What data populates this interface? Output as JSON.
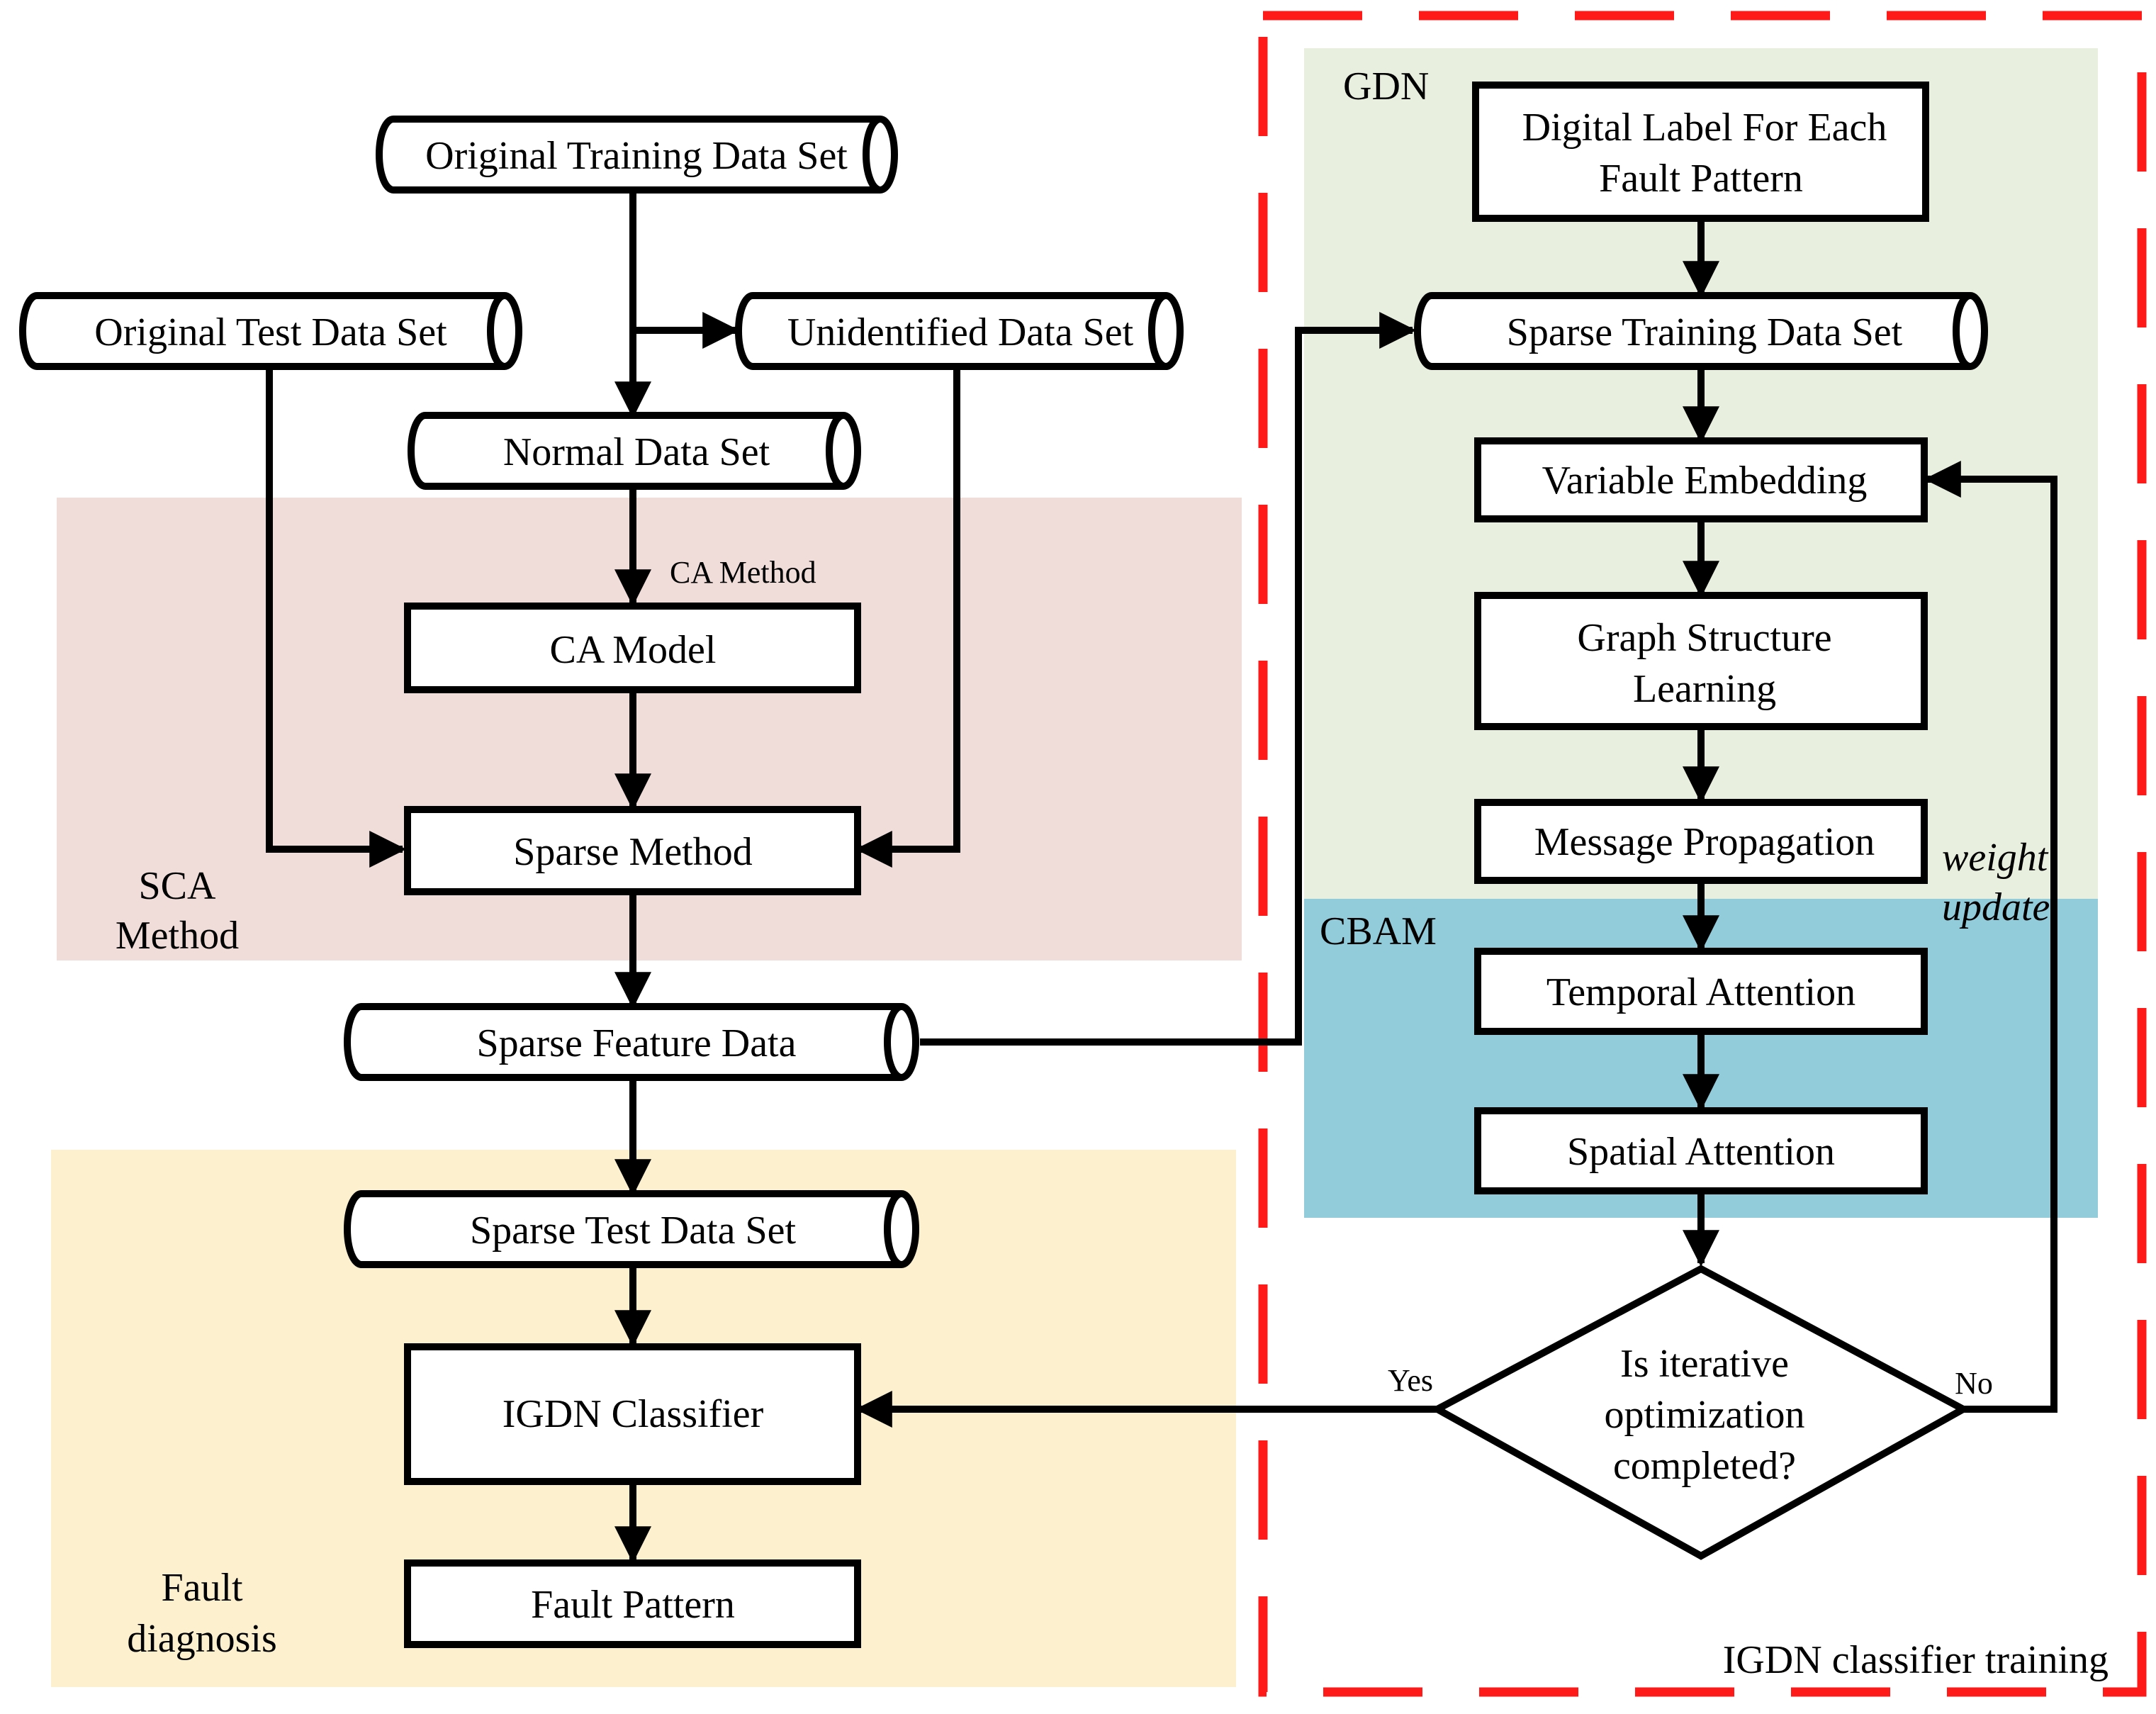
{
  "regions": {
    "sca_method": [
      "SCA",
      "Method"
    ],
    "fault_diagnosis": [
      "Fault",
      "diagnosis"
    ],
    "gdn": "GDN",
    "cbam": "CBAM",
    "igdn_training": "IGDN classifier training"
  },
  "data_sets": {
    "original_training": "Original  Training Data Set",
    "original_test": "Original Test Data Set",
    "unidentified": "Unidentified Data Set",
    "normal": "Normal Data Set",
    "sparse_feature": "Sparse Feature Data",
    "sparse_test": "Sparse Test Data Set",
    "sparse_training": "Sparse Training Data Set"
  },
  "processes": {
    "ca_model": "CA Model",
    "sparse_method": "Sparse Method",
    "igdn_classifier": "IGDN Classifier",
    "fault_pattern": "Fault Pattern",
    "digital_label": [
      "Digital Label For Each",
      "Fault Pattern"
    ],
    "variable_embedding": "Variable Embedding",
    "graph_structure": [
      "Graph Structure",
      "Learning"
    ],
    "message_propagation": "Message Propagation",
    "temporal_attention": "Temporal Attention",
    "spatial_attention": "Spatial Attention"
  },
  "decision": {
    "text": [
      "Is iterative",
      "optimization",
      "completed?"
    ],
    "yes": "Yes",
    "no": "No"
  },
  "annotations": {
    "ca_method": "CA Method",
    "weight_update": [
      "weight",
      "update"
    ]
  },
  "colors": {
    "sca_region": "#f0dcd9",
    "fault_region": "#fdf0cf",
    "gdn_region": "#e9efdf",
    "cbam_region": "#92cbda",
    "dashed_border": "#ff1a1a",
    "stroke": "#000000"
  }
}
